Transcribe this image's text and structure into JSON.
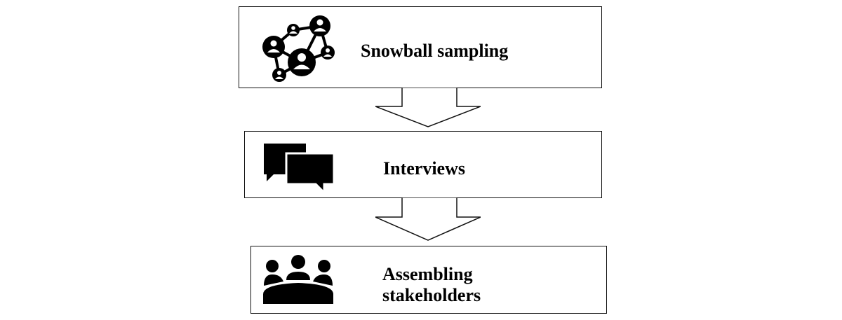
{
  "diagram": {
    "steps": [
      {
        "label": "Snowball sampling",
        "icon": "network-people-icon"
      },
      {
        "label": "Interviews",
        "icon": "speech-bubbles-icon"
      },
      {
        "label": "Assembling stakeholders",
        "icon": "meeting-people-icon"
      }
    ],
    "colors": {
      "stroke": "#111111",
      "fill": "#ffffff",
      "icon": "#000000"
    }
  }
}
